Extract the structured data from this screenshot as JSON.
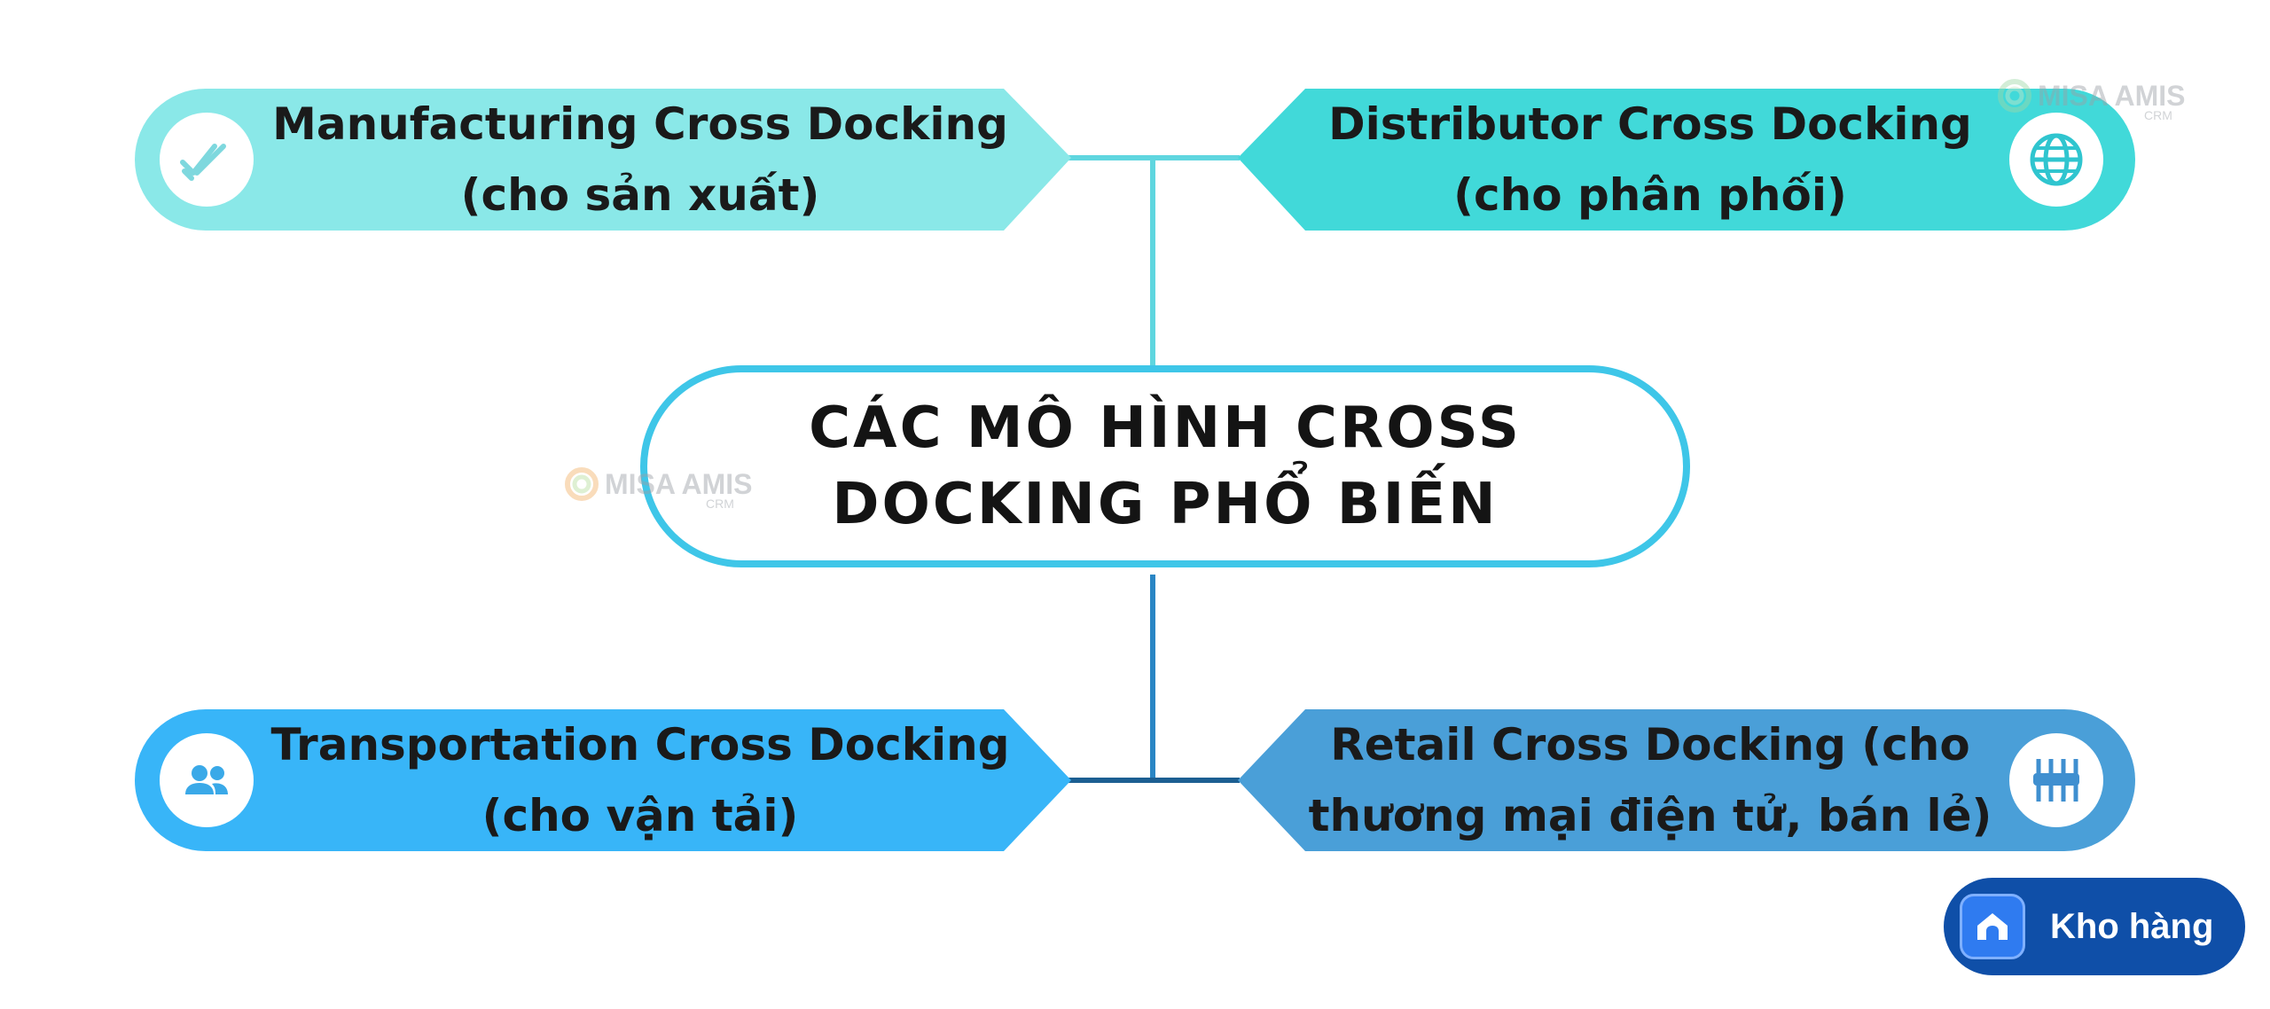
{
  "diagram": {
    "center": {
      "line1": "CÁC MÔ HÌNH CROSS",
      "line2": "DOCKING PHỔ BIẾN"
    },
    "nodes": [
      {
        "id": "manufacturing",
        "line1": "Manufacturing Cross Docking",
        "line2": "(cho sản xuất)",
        "icon": "double-check-icon",
        "color": "#8ae8e8"
      },
      {
        "id": "distributor",
        "line1": "Distributor Cross Docking",
        "line2": "(cho phân phối)",
        "icon": "globe-icon",
        "color": "#41d9d9"
      },
      {
        "id": "transportation",
        "line1": "Transportation Cross Docking",
        "line2": "(cho vận tải)",
        "icon": "people-icon",
        "color": "#38b5f8"
      },
      {
        "id": "retail",
        "line1": "Retail Cross Docking (cho",
        "line2": "thương mại điện tử, bán lẻ)",
        "icon": "sliders-icon",
        "color": "#4a9fd8"
      }
    ],
    "connector_colors": {
      "top": "#5fd6df",
      "bottom": "#2a86c4",
      "bottom_horizontal": "#1c5f92"
    }
  },
  "watermark": {
    "brand": "MISA AMIS",
    "sub": "CRM"
  },
  "badge": {
    "label": "Kho hàng",
    "icon": "home-icon",
    "color": "#0f4fa8"
  }
}
